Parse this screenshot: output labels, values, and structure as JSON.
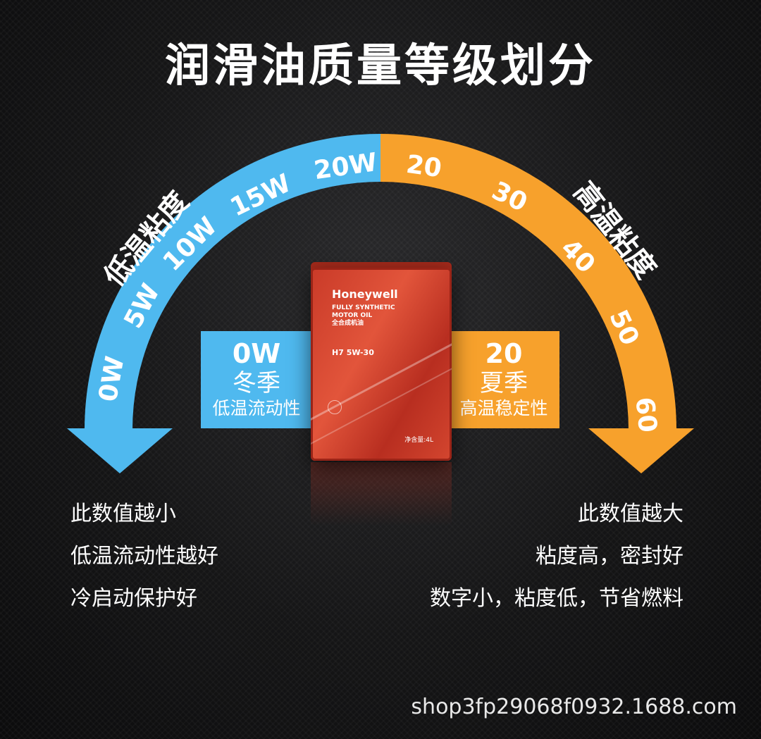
{
  "title": "润滑油质量等级划分",
  "low_temp": {
    "label": "低温粘度",
    "grades": [
      "0W",
      "5W",
      "10W",
      "15W",
      "20W"
    ],
    "color": "#4fb9ef"
  },
  "high_temp": {
    "label": "高温粘度",
    "grades": [
      "20",
      "30",
      "40",
      "50",
      "60"
    ],
    "color": "#f7a12c"
  },
  "box_left": {
    "grade": "0W",
    "season": "冬季",
    "desc": "低温流动性"
  },
  "box_right": {
    "grade": "20",
    "season": "夏季",
    "desc": "高温稳定性"
  },
  "product": {
    "brand": "Honeywell",
    "line1": "FULLY SYNTHETIC",
    "line2": "MOTOR OIL",
    "line3": "全合成机油",
    "model": "H7 5W-30",
    "volume": "净含量:4L"
  },
  "notes_left": [
    "此数值越小",
    "低温流动性越好",
    "冷启动保护好"
  ],
  "notes_right": [
    "此数值越大",
    "粘度高，密封好",
    "数字小，粘度低，节省燃料"
  ],
  "watermark": "shop3fp29068f0932.1688.com"
}
